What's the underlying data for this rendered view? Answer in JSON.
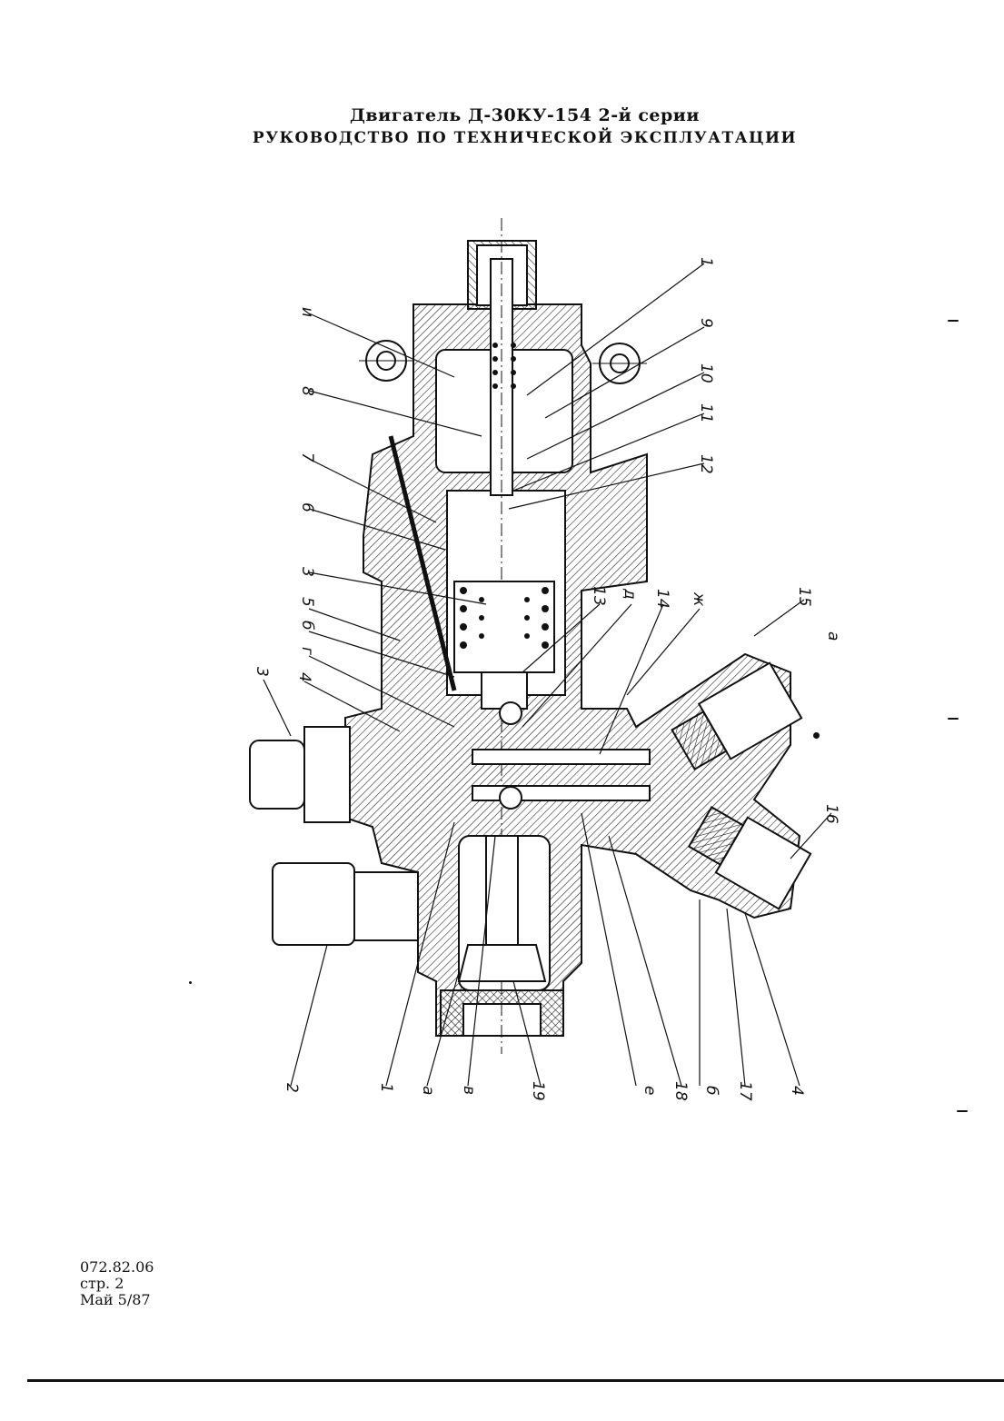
{
  "header": {
    "line1": "Двигатель Д-30КУ-154 2-й серии",
    "line2": "РУКОВОДСТВО ПО ТЕХНИЧЕСКОЙ ЭКСПЛУАТАЦИИ"
  },
  "drawing": {
    "callouts_top": [
      "и",
      "8",
      "7",
      "6",
      "3",
      "5",
      "б",
      "г",
      "4",
      "3"
    ],
    "callouts_right_top": [
      "1",
      "9",
      "10",
      "11",
      "12"
    ],
    "callouts_right_mid": [
      "13",
      "д",
      "14",
      "ж",
      "15",
      "а",
      "16"
    ],
    "callouts_bottom": [
      "2",
      "1",
      "а",
      "в",
      "19",
      "е",
      "18",
      "б",
      "17",
      "4"
    ]
  },
  "footer": {
    "doc_number": "072.82.06",
    "page": "стр. 2",
    "date": "Май 5/87"
  },
  "colors": {
    "ink": "#111111",
    "paper": "#ffffff"
  }
}
